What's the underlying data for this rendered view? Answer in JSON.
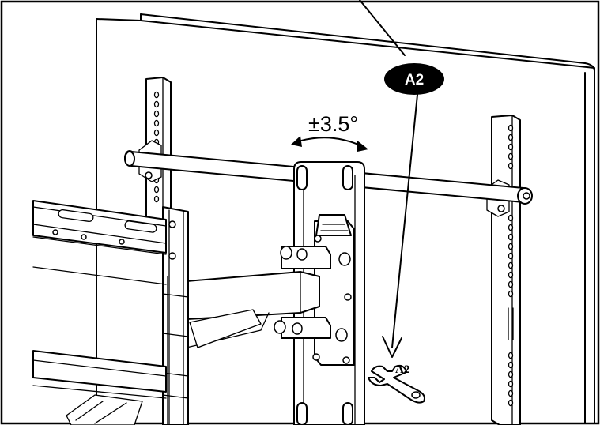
{
  "rotation_label": "±3.5°",
  "callout_badge": "A2",
  "wrench_label": "A2",
  "colors": {
    "line": "#000000",
    "background": "#ffffff",
    "badge_fill": "#000000",
    "badge_text": "#ffffff"
  },
  "icons": {
    "wrench": "wrench-icon",
    "rotation": "curved-double-arrow-icon"
  }
}
